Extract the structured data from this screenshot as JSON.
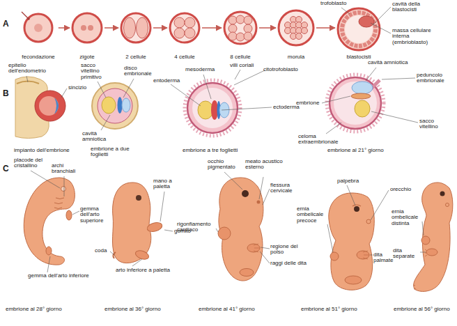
{
  "diagram": {
    "nodes": [
      {
        "text": [
          "fecondazione"
        ]
      },
      {
        "text": [
          "zigote"
        ]
      },
      {
        "text": [
          "2 cellule"
        ]
      },
      {
        "text": [
          "4 cellule"
        ]
      },
      {
        "text": [
          "8 cellule"
        ]
      },
      {
        "text": [
          "morula"
        ]
      },
      {
        "text": [
          "blastocisti"
        ]
      }
    ],
    "edges": [
      {
        "from": 0,
        "to": 1,
        "arrow": "to"
      },
      {
        "from": 1,
        "to": 2,
        "arrow": "to"
      },
      {
        "from": 2,
        "to": 3,
        "arrow": "to"
      },
      {
        "from": 3,
        "to": 4,
        "arrow": "to"
      },
      {
        "from": 4,
        "to": 5,
        "arrow": "to"
      },
      {
        "from": 5,
        "to": 6,
        "arrow": "to"
      }
    ],
    "labels": [
      "A",
      "trofoblasto",
      "cavità della blastocisti",
      "massa cellulare interna (embrioblasto)",
      "B",
      "epitelio dell'endometrio",
      "sincizio",
      "impianto dell'embrione",
      "sacco vitellino primitivo",
      "disco embrionale",
      "cavità amniotica",
      "embrione a due foglietti",
      "mesoderma",
      "villi coriali",
      "citotrofoblasto",
      "entoderma",
      "ectoderma",
      "embrione a tre foglietti",
      "cavità amniotica",
      "peduncolo embrionale",
      "embrione",
      "sacco vitellino",
      "celoma extraembrionale",
      "embrione al 21° giorno",
      "C",
      "placode del cristallino",
      "archi branchiali",
      "gemma dell'arto superiore",
      "gemma dell'arto inferiore",
      "embrione al 28° giorno",
      "mano a paletta",
      "coda",
      "gomito",
      "arto inferiore a paletta",
      "embrione al 36° giorno",
      "occhio pigmentato",
      "meato acustico esterno",
      "flessura cervicale",
      "rigonfiamento cardiaco",
      "regione del polso",
      "raggi delle dita",
      "embrione al 41° giorno",
      "palpebra",
      "orecchio",
      "ernia ombelicale precoce",
      "dita palmate",
      "embrione al 51° giorno",
      "ernia ombelicale distinta",
      "dita separate",
      "embrione al 56° giorno"
    ]
  }
}
